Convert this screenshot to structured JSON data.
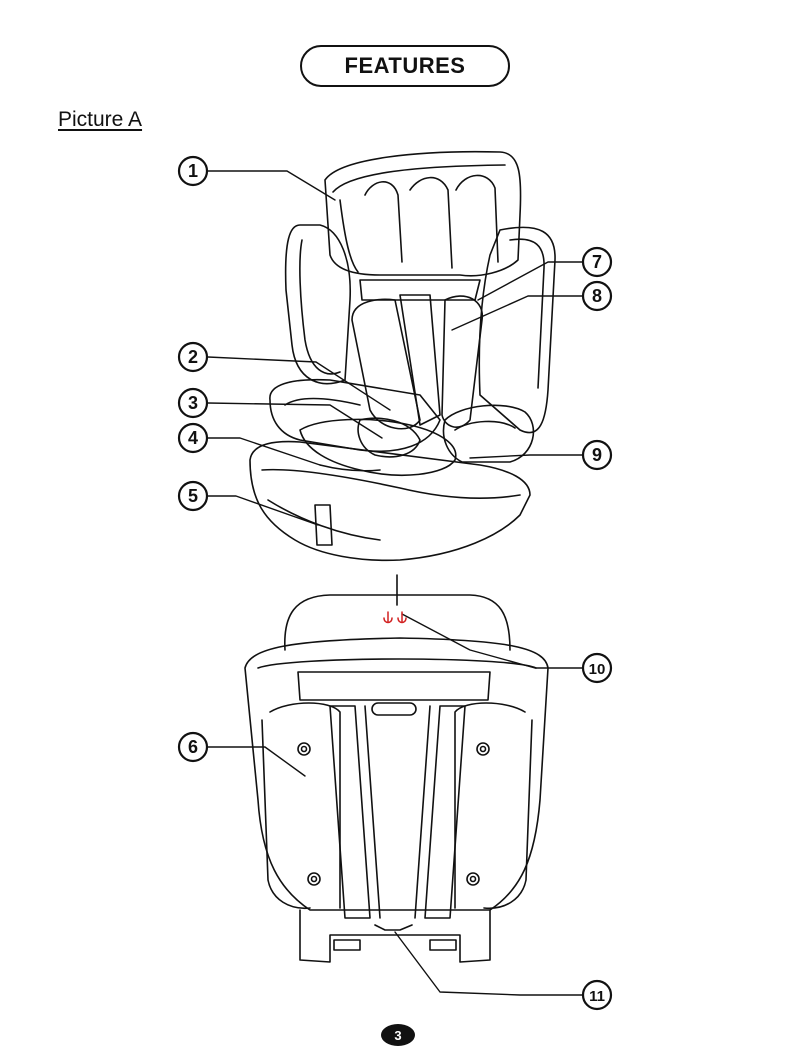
{
  "header": {
    "title": "FEATURES"
  },
  "figure": {
    "caption": "Picture A"
  },
  "callouts": [
    "1",
    "2",
    "3",
    "4",
    "5",
    "6",
    "7",
    "8",
    "9",
    "10",
    "11"
  ],
  "footer": {
    "page_number": "3"
  },
  "colors": {
    "ink": "#111111",
    "anchor_red": "#d22222",
    "background": "#ffffff"
  }
}
